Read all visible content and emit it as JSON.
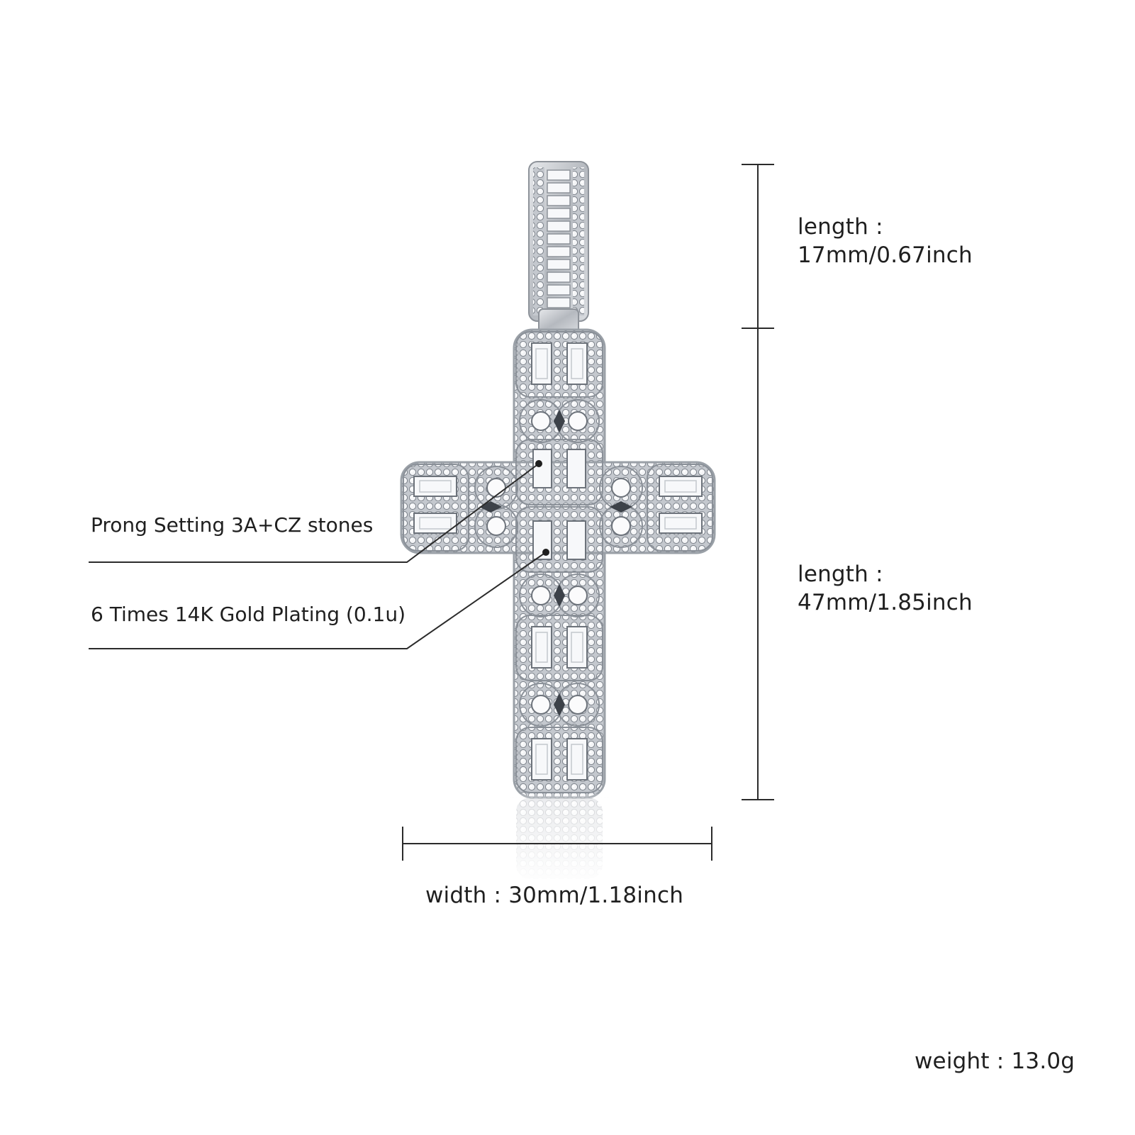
{
  "colors": {
    "background": "#ffffff",
    "text": "#1f1f1f",
    "line": "#2b2b2b",
    "metal": "#c9ccd1",
    "metal_shadow": "#8e939a",
    "stone": "#f7f8fa"
  },
  "product_image": {
    "icon": "cross-pendant-icon"
  },
  "bail": {
    "title": "length :",
    "value": "17mm/0.67inch"
  },
  "body_length": {
    "title": "length :",
    "value": "47mm/1.85inch"
  },
  "width": {
    "text": "width : 30mm/1.18inch"
  },
  "callouts": [
    {
      "text": "Prong Setting 3A+CZ stones"
    },
    {
      "text": "6 Times 14K Gold Plating (0.1u)"
    }
  ],
  "weight": {
    "text": "weight : 13.0g"
  }
}
